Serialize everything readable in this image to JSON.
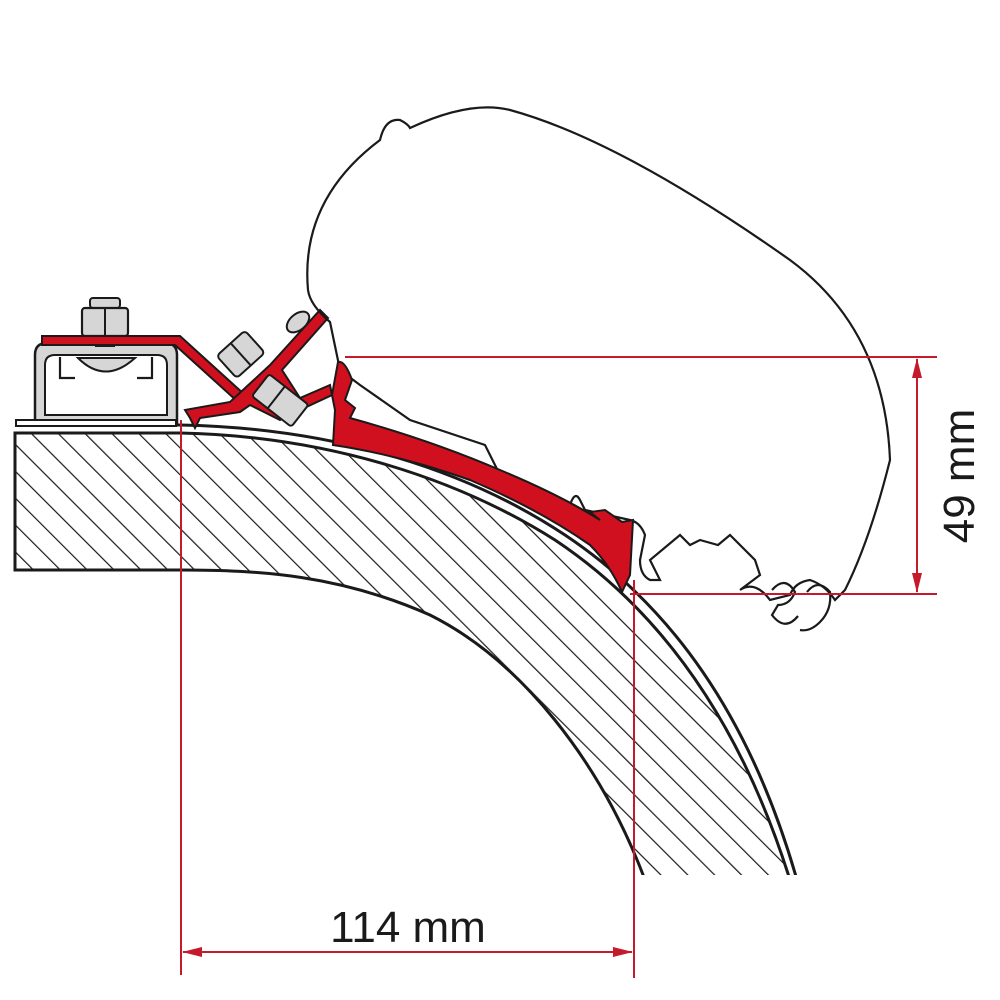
{
  "diagram": {
    "subject": "Awning adapter mounting cross-section on curved vehicle roof",
    "colors": {
      "outline": "#1a1a1a",
      "adapter_red": "#d0101f",
      "dimension_red": "#c41a2c",
      "metal_gray": "#d6d6d6",
      "background": "#ffffff"
    },
    "dimensions": {
      "horizontal": {
        "label": "114 mm",
        "value": 114,
        "unit": "mm"
      },
      "vertical": {
        "label": "49 mm",
        "value": 49,
        "unit": "mm"
      }
    },
    "parts": [
      {
        "name": "Awning cassette housing",
        "style": "outline"
      },
      {
        "name": "Adapter profile",
        "style": "red fill"
      },
      {
        "name": "Mounting bracket with bolts",
        "style": "red + gray"
      },
      {
        "name": "Roof rail (C-profile)",
        "style": "gray"
      },
      {
        "name": "Vehicle roof section",
        "style": "hatched"
      }
    ]
  }
}
